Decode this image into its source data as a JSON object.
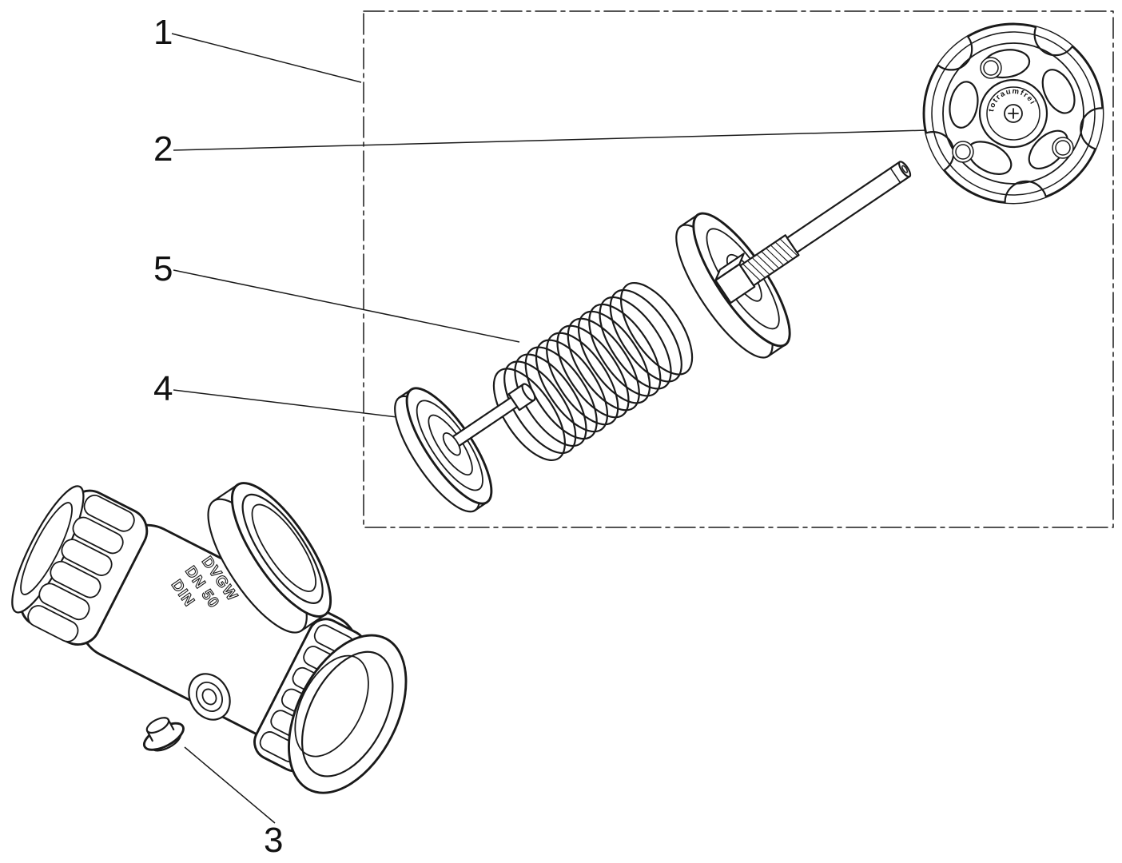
{
  "diagram": {
    "kind": "exploded-view-technical-drawing",
    "subject": "angle-seat valve with handwheel, bonnet, spindle, spring, valve disc, body and drain plug",
    "frame": {
      "style": "dash-dot phantom boundary around internal assembly"
    },
    "callouts": [
      {
        "number": "1",
        "part": "internal-assembly-boundary"
      },
      {
        "number": "2",
        "part": "handwheel"
      },
      {
        "number": "5",
        "part": "spring"
      },
      {
        "number": "4",
        "part": "valve-disc"
      },
      {
        "number": "3",
        "part": "drain-plug"
      }
    ],
    "inscriptions": {
      "handwheel": "totraumfrei",
      "body_line1": "DVGW",
      "body_line2": "DN 50",
      "body_line3": "DIN"
    },
    "colors": {
      "line": "#1a1a1a",
      "background": "#ffffff"
    }
  }
}
